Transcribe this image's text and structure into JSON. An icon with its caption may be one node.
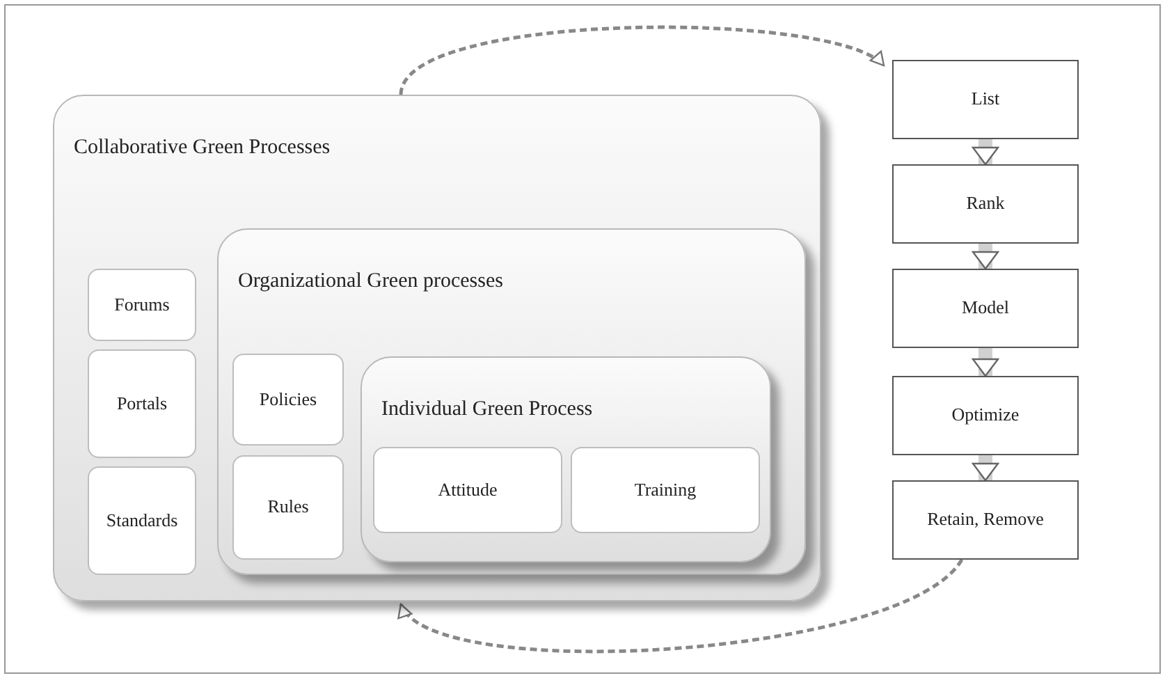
{
  "diagram": {
    "nodes": [
      {
        "text": [
          "Collaborative Green Processes"
        ]
      },
      {
        "text": [
          "Forums"
        ],
        "in": 0
      },
      {
        "text": [
          "Portals"
        ],
        "in": 0
      },
      {
        "text": [
          "Standards"
        ],
        "in": 0
      },
      {
        "text": [
          "Organizational Green processes"
        ],
        "in": 0
      },
      {
        "text": [
          "Policies"
        ],
        "in": 4
      },
      {
        "text": [
          "Rules"
        ],
        "in": 4
      },
      {
        "text": [
          "Individual Green Process"
        ],
        "in": 4
      },
      {
        "text": [
          "Attitude"
        ],
        "in": 7
      },
      {
        "text": [
          "Training"
        ],
        "in": 7
      },
      {
        "text": [
          "List"
        ]
      },
      {
        "text": [
          "Rank"
        ]
      },
      {
        "text": [
          "Model"
        ]
      },
      {
        "text": [
          "Optimize"
        ]
      },
      {
        "text": [
          "Retain, Remove"
        ]
      }
    ],
    "edges": [
      {
        "from": 0,
        "to": 10,
        "arrow": "to",
        "style": "dashed"
      },
      {
        "from": 10,
        "to": 11,
        "arrow": "to"
      },
      {
        "from": 11,
        "to": 12,
        "arrow": "to"
      },
      {
        "from": 12,
        "to": 13,
        "arrow": "to"
      },
      {
        "from": 13,
        "to": 14,
        "arrow": "to"
      },
      {
        "from": 14,
        "to": 0,
        "arrow": "to",
        "style": "dashed"
      }
    ]
  }
}
